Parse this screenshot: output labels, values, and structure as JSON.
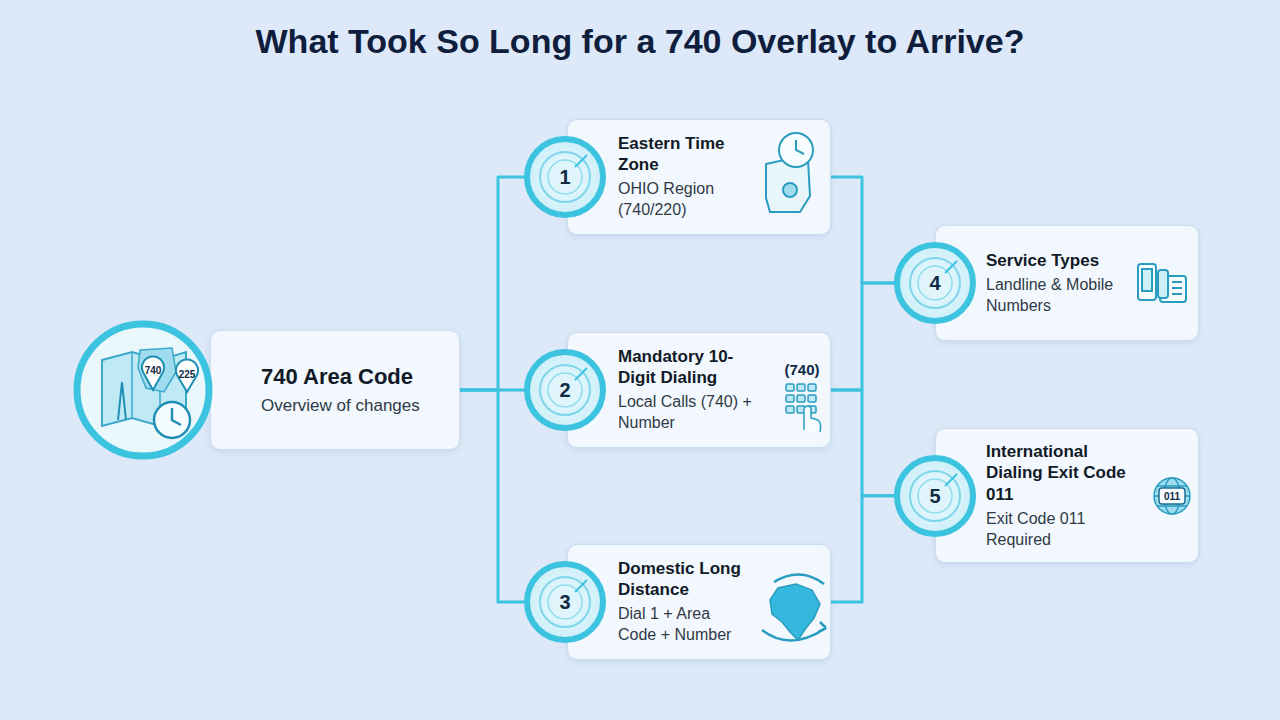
{
  "diagram": {
    "title": "What Took So Long for a 740 Overlay to Arrive?",
    "nodes": [
      {
        "text": [
          "740 Area Code",
          "Overview of changes"
        ]
      },
      {
        "text": [
          "Eastern Time Zone",
          "OHIO Region (740/220)"
        ]
      },
      {
        "text": [
          "Mandatory 10-Digit Dialing",
          "Local Calls (740) + Number"
        ]
      },
      {
        "text": [
          "Domestic Long Distance",
          "Dial 1 + Area Code + Number"
        ]
      },
      {
        "text": [
          "Service Types",
          "Landline & Mobile Numbers"
        ]
      },
      {
        "text": [
          "International Dialing Exit Code 011",
          "Exit Code 011 Required"
        ]
      }
    ],
    "edges": [
      {
        "from": 0,
        "to": 1,
        "arrow": "none"
      },
      {
        "from": 0,
        "to": 2,
        "arrow": "none"
      },
      {
        "from": 0,
        "to": 3,
        "arrow": "none"
      },
      {
        "from": 1,
        "to": 4,
        "arrow": "none"
      },
      {
        "from": 2,
        "to": 4,
        "arrow": "none"
      },
      {
        "from": 2,
        "to": 5,
        "arrow": "none"
      },
      {
        "from": 3,
        "to": 5,
        "arrow": "none"
      }
    ],
    "labels": [
      "1",
      "2",
      "3",
      "4",
      "5",
      "740",
      "225",
      "(740)",
      "011"
    ]
  }
}
